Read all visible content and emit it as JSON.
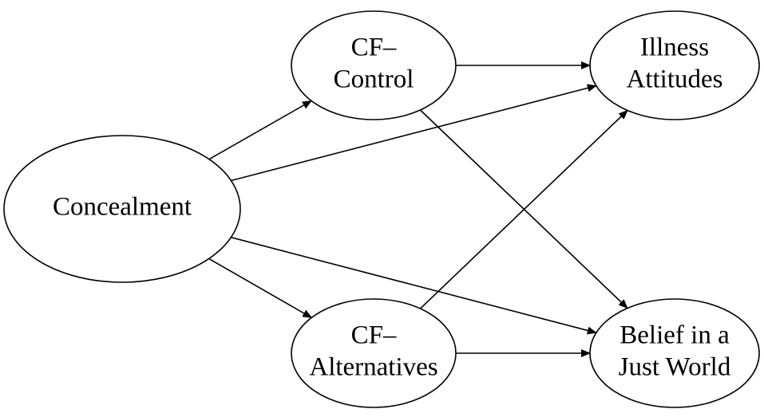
{
  "diagram": {
    "nodes": [
      {
        "id": "concealment",
        "lines": [
          "Concealment"
        ]
      },
      {
        "id": "cf-control",
        "lines": [
          "CF–",
          "Control"
        ]
      },
      {
        "id": "cf-alternatives",
        "lines": [
          "CF–",
          "Alternatives"
        ]
      },
      {
        "id": "illness-attitudes",
        "lines": [
          "Illness",
          "Attitudes"
        ]
      },
      {
        "id": "belief-just-world",
        "lines": [
          "Belief in a",
          "Just World"
        ]
      }
    ],
    "edges": [
      {
        "from": "concealment",
        "to": "cf-control"
      },
      {
        "from": "concealment",
        "to": "cf-alternatives"
      },
      {
        "from": "concealment",
        "to": "illness-attitudes"
      },
      {
        "from": "concealment",
        "to": "belief-just-world"
      },
      {
        "from": "cf-control",
        "to": "illness-attitudes"
      },
      {
        "from": "cf-control",
        "to": "belief-just-world"
      },
      {
        "from": "cf-alternatives",
        "to": "illness-attitudes"
      },
      {
        "from": "cf-alternatives",
        "to": "belief-just-world"
      }
    ],
    "colors": {
      "stroke": "#000000",
      "fill": "#ffffff"
    }
  }
}
